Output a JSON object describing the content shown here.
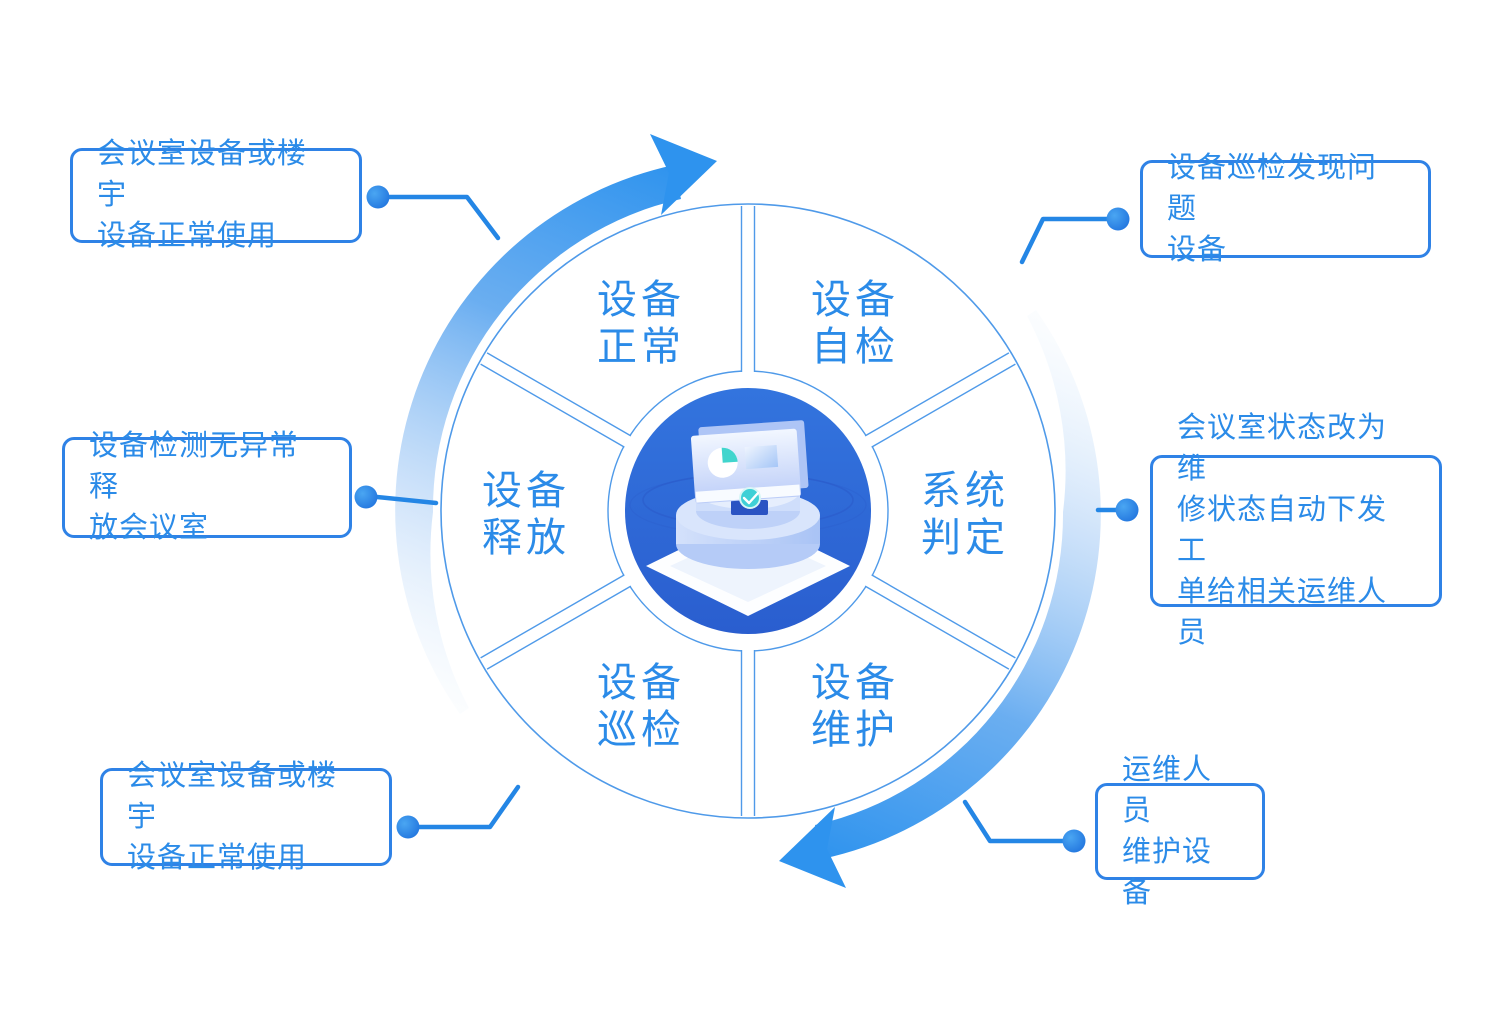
{
  "diagram": {
    "type": "cycle-diagram",
    "center_icon": "device-dashboard-illustration",
    "segments": [
      {
        "id": "device-normal",
        "lines": [
          "设备",
          "正常"
        ]
      },
      {
        "id": "device-self-check",
        "lines": [
          "设备",
          "自检"
        ]
      },
      {
        "id": "system-judgment",
        "lines": [
          "系统",
          "判定"
        ]
      },
      {
        "id": "device-maintenance",
        "lines": [
          "设备",
          "维护"
        ]
      },
      {
        "id": "device-inspection",
        "lines": [
          "设备",
          "巡检"
        ]
      },
      {
        "id": "device-release",
        "lines": [
          "设备",
          "释放"
        ]
      }
    ],
    "callouts": [
      {
        "id": "callout-top-left",
        "lines": [
          "会议室设备或楼宇",
          "设备正常使用"
        ]
      },
      {
        "id": "callout-top-right",
        "lines": [
          "设备巡检发现问题",
          "设备"
        ]
      },
      {
        "id": "callout-middle-left",
        "lines": [
          "设备检测无异常释",
          "放会议室"
        ]
      },
      {
        "id": "callout-middle-right",
        "lines": [
          "会议室状态改为维",
          "修状态自动下发工",
          "单给相关运维人员"
        ]
      },
      {
        "id": "callout-bottom-left",
        "lines": [
          "会议室设备或楼宇",
          "设备正常使用"
        ]
      },
      {
        "id": "callout-bottom-right",
        "lines": [
          "运维人员",
          "维护设备"
        ]
      }
    ],
    "colors": {
      "accent_text": "#2b8be8",
      "box_border": "#2f82e6",
      "connector": "#2486e5",
      "arrow_strong": "#2e93ee",
      "arrow_light": "#cfe4fa",
      "hub_fill": "#2e6bd6",
      "wheel_line": "#4f9ae9",
      "teal": "#41d5cd"
    }
  }
}
